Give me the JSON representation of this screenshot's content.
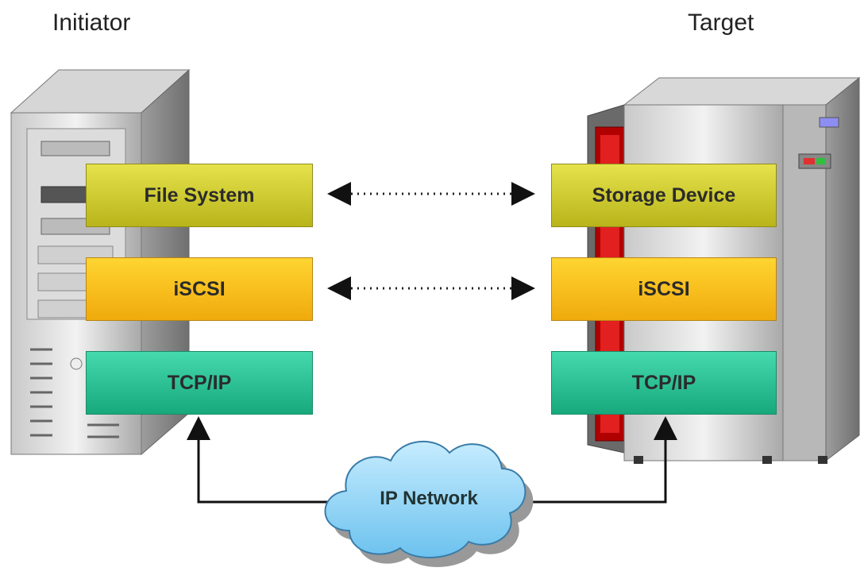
{
  "initiator": {
    "title": "Initiator",
    "layers": [
      "File System",
      "iSCSI",
      "TCP/IP"
    ]
  },
  "target": {
    "title": "Target",
    "layers": [
      "Storage Device",
      "iSCSI",
      "TCP/IP"
    ]
  },
  "network": {
    "label": "IP Network"
  },
  "colors": {
    "file_layer": "#d6d23a",
    "iscsi_layer": "#fbc21f",
    "tcp_layer": "#2cc596",
    "cloud": "#8fd3f5",
    "connector": "#111111"
  }
}
